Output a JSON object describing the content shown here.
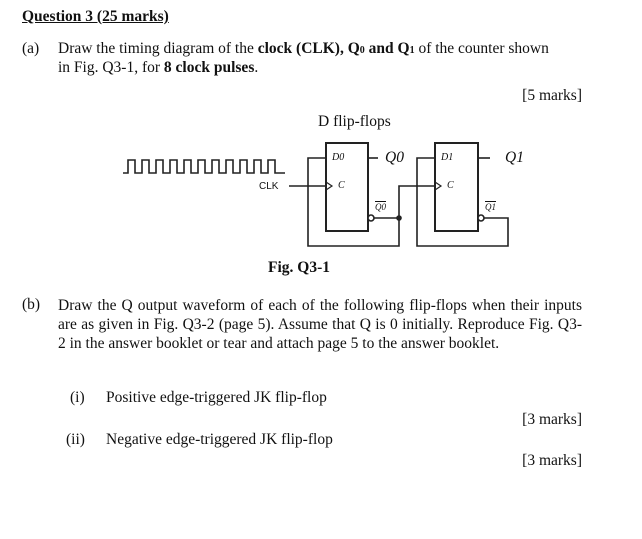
{
  "title": "Question 3 (25 marks)",
  "a": {
    "label": "(a)",
    "line1_pre": "Draw the timing diagram of the ",
    "line1_bold": "clock (CLK), Q",
    "q0": "0",
    "and": " and Q",
    "q1": "1",
    "line1_post": " of the counter shown",
    "line2_pre": "in Fig. Q3-1, for ",
    "line2_bold": "8 clock pulses",
    "line2_post": ".",
    "marks": "[5 marks]"
  },
  "figure": {
    "heading": "D flip-flops",
    "clk": "CLK",
    "d0": "D0",
    "d1": "D1",
    "c": "C",
    "q0": "Q0",
    "q1": "Q1",
    "nq0": "Q0",
    "nq1": "Q1",
    "caption": "Fig. Q3-1"
  },
  "b": {
    "label": "(b)",
    "text": "Draw the Q output waveform of each of the following flip-flops when their inputs are as given in Fig. Q3-2 (page 5). Assume that Q is 0 initially. Reproduce Fig. Q3-2 in the answer booklet or tear and attach page 5 to the answer booklet.",
    "items": [
      {
        "label": "(i)",
        "text": "Positive edge-triggered JK flip-flop",
        "marks": "[3 marks]"
      },
      {
        "label": "(ii)",
        "text": "Negative edge-triggered JK flip-flop",
        "marks": "[3 marks]"
      }
    ]
  }
}
